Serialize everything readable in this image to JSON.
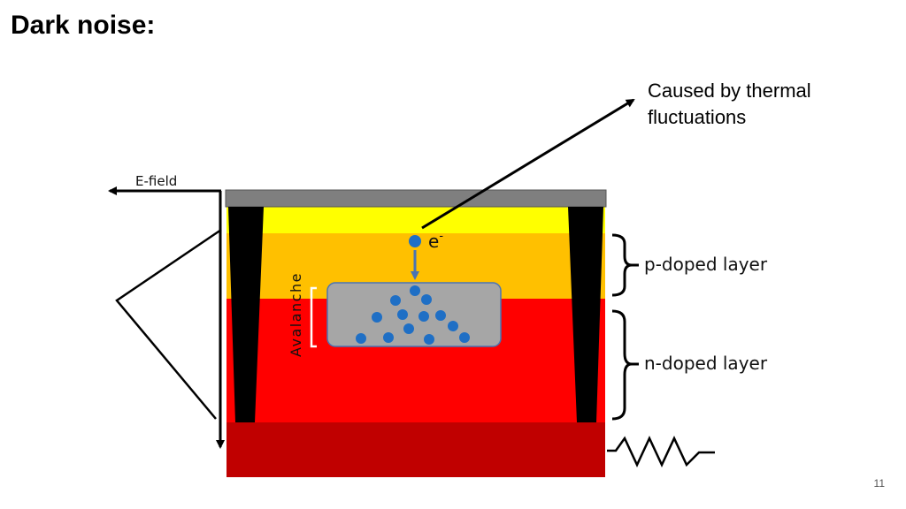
{
  "slide": {
    "title": "Dark noise:",
    "page_number": "11"
  },
  "annotation": {
    "caption": "Caused by thermal fluctuations"
  },
  "diagram": {
    "efield_label": "E-field",
    "electron_label": "e",
    "electron_superscript": "-",
    "avalanche_label": "Avalanche",
    "p_layer_label": "p-doped layer",
    "n_layer_label": "n-doped layer"
  },
  "colors": {
    "cap": "#7f7f7f",
    "top_layer": "#ffff00",
    "p_layer": "#ffc000",
    "n_layer": "#ff0000",
    "substrate": "#c00000",
    "trench": "#000000",
    "avalanche_box": "#a6a6a6",
    "carrier": "#1f6fc5",
    "drift_arrow": "#4a74b3"
  }
}
